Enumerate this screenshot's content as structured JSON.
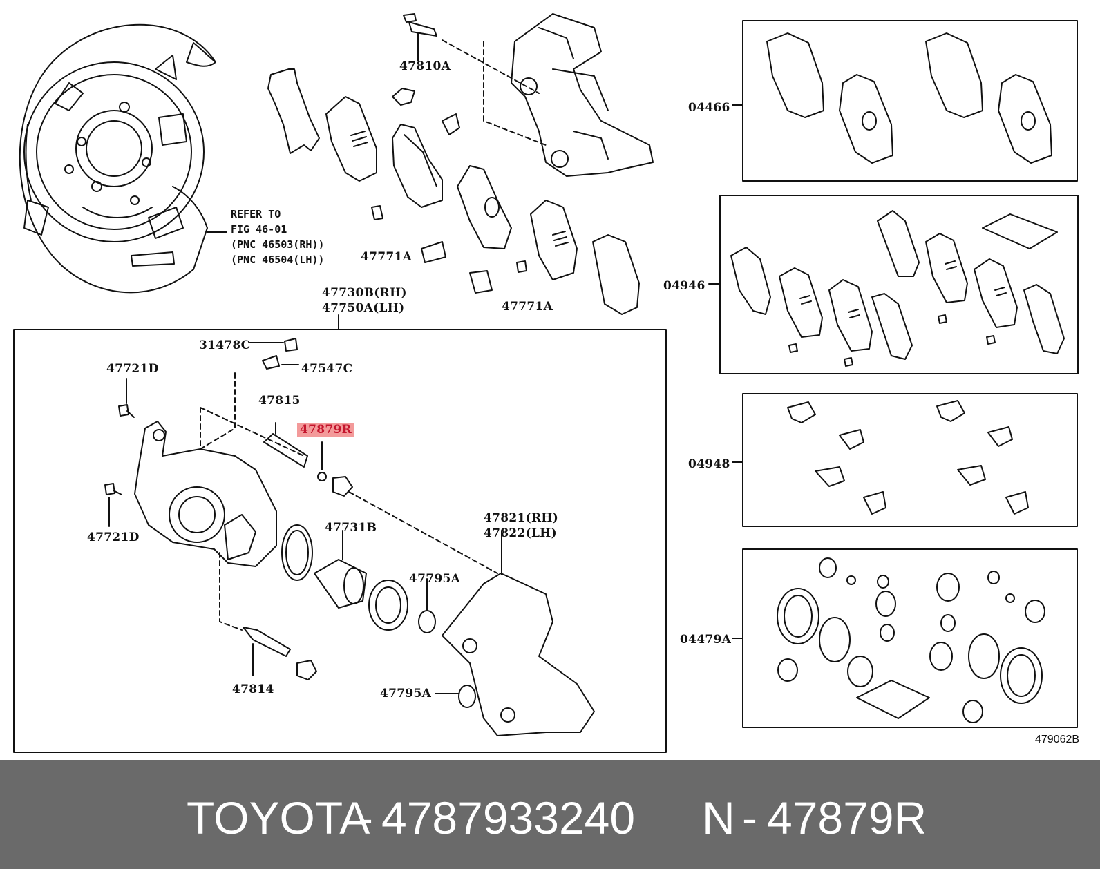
{
  "labels": {
    "p47810A": "47810A",
    "p47771A_1": "47771A",
    "p47771A_2": "47771A",
    "refer_line1": "REFER TO",
    "refer_line2": "FIG 46-01",
    "refer_line3": "(PNC 46503(RH))",
    "refer_line4": "(PNC 46504(LH))",
    "p47730B": "47730B(RH)",
    "p47750A": "47750A(LH)",
    "p31478C": "31478C",
    "p47547C": "47547C",
    "p47721D_1": "47721D",
    "p47721D_2": "47721D",
    "p47815": "47815",
    "p47879R": "47879R",
    "p47731B": "47731B",
    "p47821": "47821(RH)",
    "p47822": "47822(LH)",
    "p47795A_1": "47795A",
    "p47795A_2": "47795A",
    "p47814": "47814",
    "p04466": "04466",
    "p04946": "04946",
    "p04948": "04948",
    "p04479A": "04479A"
  },
  "highlight_color": "#f39a9a",
  "figure_number": "479062B",
  "footer": {
    "brand": "TOYOTA",
    "separator": "-",
    "part_number": "4787933240",
    "ref_prefix": "N",
    "ref_separator": "-",
    "ref_code": "47879R",
    "background": "#6a6a6a"
  }
}
